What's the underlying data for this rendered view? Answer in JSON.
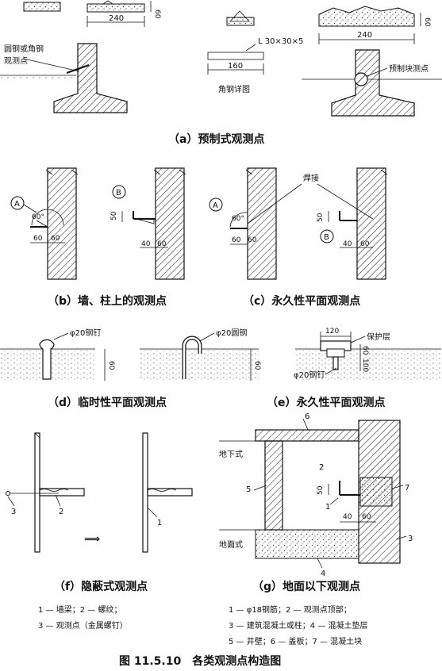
{
  "panel_a": {
    "caption": "（a）预制式观测点",
    "dims": {
      "w240_left": "240",
      "h60_left": "60",
      "w240_right": "240",
      "h60_right": "60",
      "w160": "160"
    },
    "angle_label": "L 30×30×5",
    "angle_caption": "角钢详图",
    "label_left_1": "圆钢或角钢",
    "label_left_2": "观测点",
    "label_right": "预制块测点"
  },
  "panel_b": {
    "caption": "（b）墙、柱上的观测点",
    "dims": {
      "angle60": "60°",
      "d60a": "60",
      "d60b": "60",
      "d50": "50",
      "d40": "40",
      "d60c": "60"
    },
    "markers": {
      "a": "A",
      "b": "B"
    }
  },
  "panel_c": {
    "caption": "（c）永久性平面观测点",
    "weld": "焊接",
    "dims": {
      "angle60": "60°",
      "d60a": "60",
      "d60b": "60",
      "d50": "50",
      "d40": "40",
      "d60c": "60"
    },
    "markers": {
      "a": "A",
      "b": "B"
    }
  },
  "panel_d": {
    "caption": "（d）临时性平面观测点",
    "label_nail": "φ20钢钉",
    "label_rod": "φ20圆钢",
    "dim1": "60",
    "dim2": "60"
  },
  "panel_e": {
    "caption": "（e）永久性平面观测点",
    "dim_top": "120",
    "dims_side": [
      "60",
      "100"
    ],
    "label_cover": "保护层",
    "label_nail": "φ20钢钉"
  },
  "panel_f": {
    "caption": "（f）隐蔽式观测点",
    "numbers": [
      "1",
      "2",
      "3"
    ],
    "arrow": "⟹",
    "legend": [
      "1 — 墙梁；2 — 螺纹；",
      "3 — 观测点（金属螺钉）"
    ]
  },
  "panel_g": {
    "caption": "（g）地面以下观测点",
    "underground": "地下式",
    "ground": "地面式",
    "numbers": [
      "1",
      "2",
      "3",
      "4",
      "5",
      "6",
      "7"
    ],
    "dims": {
      "d50": "50",
      "d40": "40",
      "d60": "60"
    },
    "legend": [
      "1 — φ18钢筋；2 — 观测点顶部；",
      "3 — 建筑混凝土或柱；4 — 混凝土垫层",
      "5 — 井壁；6 — 盖板；7 — 混凝土块"
    ]
  },
  "figure_caption": "图 11.5.10　各类观测点构造图"
}
